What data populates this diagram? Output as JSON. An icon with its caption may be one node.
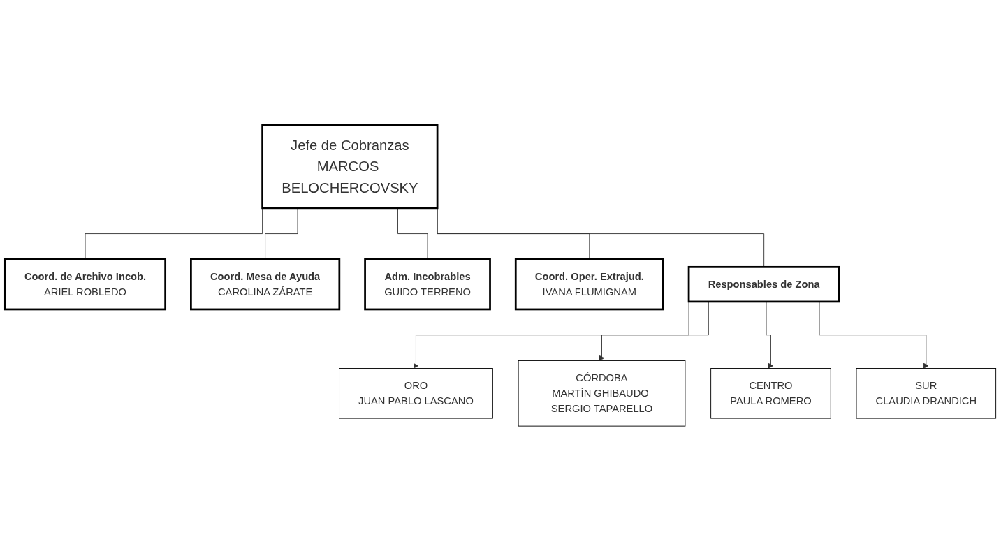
{
  "diagram": {
    "nodes": [
      {
        "text": [
          "Jefe de Cobranzas",
          "MARCOS BELOCHERCOVSKY"
        ]
      },
      {
        "text": [
          "Coord. de Archivo Incob.",
          "ARIEL ROBLEDO"
        ]
      },
      {
        "text": [
          "Coord. Mesa de Ayuda",
          "CAROLINA ZÁRATE"
        ]
      },
      {
        "text": [
          "Adm. Incobrables",
          "GUIDO TERRENO"
        ]
      },
      {
        "text": [
          "Coord. Oper. Extrajud.",
          "IVANA FLUMIGNAM"
        ]
      },
      {
        "text": [
          "Responsables de Zona"
        ]
      },
      {
        "text": [
          "ORO",
          "JUAN PABLO LASCANO"
        ]
      },
      {
        "text": [
          "CÓRDOBA",
          "MARTÍN GHIBAUDO SERGIO TAPARELLO"
        ]
      },
      {
        "text": [
          "CENTRO",
          "PAULA ROMERO"
        ]
      },
      {
        "text": [
          "SUR",
          "CLAUDIA DRANDICH"
        ]
      }
    ],
    "edges": [
      {
        "from": 0,
        "to": 1,
        "arrow": "none"
      },
      {
        "from": 0,
        "to": 2,
        "arrow": "none"
      },
      {
        "from": 0,
        "to": 3,
        "arrow": "none"
      },
      {
        "from": 0,
        "to": 4,
        "arrow": "none"
      },
      {
        "from": 0,
        "to": 5,
        "arrow": "none"
      },
      {
        "from": 5,
        "to": 6,
        "arrow": "to"
      },
      {
        "from": 5,
        "to": 7,
        "arrow": "to"
      },
      {
        "from": 5,
        "to": 8,
        "arrow": "to"
      },
      {
        "from": 5,
        "to": 9,
        "arrow": "to"
      }
    ]
  }
}
